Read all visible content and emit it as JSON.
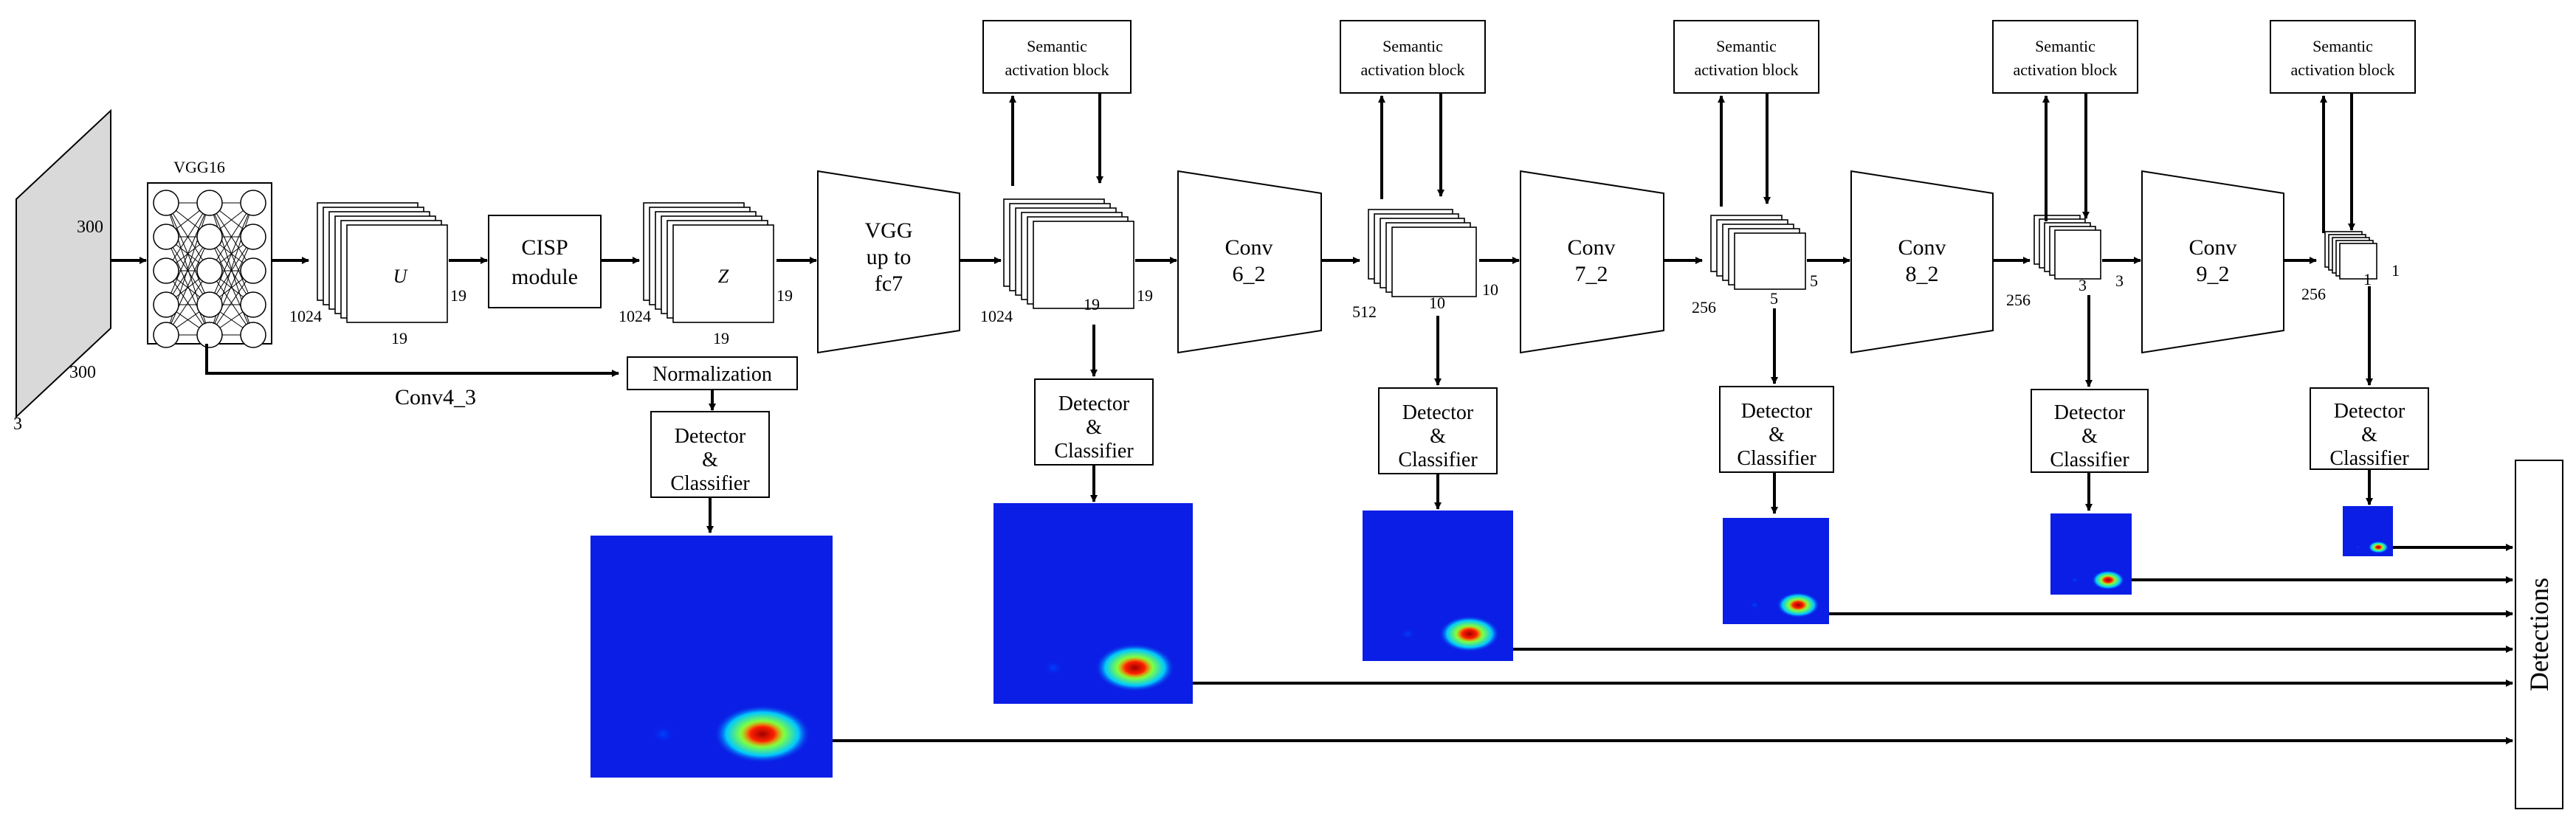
{
  "input": {
    "height": "300",
    "width": "300",
    "channels": "3"
  },
  "vgg16": {
    "title": "VGG16"
  },
  "conv4_3": {
    "label": "Conv4_3"
  },
  "normalization": {
    "label": "Normalization"
  },
  "fmap_u": {
    "symbol": "U",
    "depth": "1024",
    "height": "19",
    "width": "19"
  },
  "cisp": {
    "line1": "CISP",
    "line2": "module"
  },
  "fmap_z": {
    "symbol": "Z",
    "depth": "1024",
    "height": "19",
    "width": "19"
  },
  "vgg_fc7": {
    "line1": "VGG",
    "line2": "up to",
    "line3": "fc7"
  },
  "fmap_fc7": {
    "depth": "1024",
    "height": "19",
    "width": "19"
  },
  "conv6": {
    "line1": "Conv",
    "line2": "6_2"
  },
  "fmap_c6": {
    "depth": "512",
    "height": "10",
    "width": "10"
  },
  "conv7": {
    "line1": "Conv",
    "line2": "7_2"
  },
  "fmap_c7": {
    "depth": "256",
    "height": "5",
    "width": "5"
  },
  "conv8": {
    "line1": "Conv",
    "line2": "8_2"
  },
  "fmap_c8": {
    "depth": "256",
    "height": "3",
    "width": "3"
  },
  "conv9": {
    "line1": "Conv",
    "line2": "9_2"
  },
  "fmap_c9": {
    "depth": "256",
    "height": "1",
    "width": "1"
  },
  "semantic_block": {
    "line1": "Semantic",
    "line2": "activation block"
  },
  "detector": {
    "line1": "Detector",
    "line2": "&",
    "line3": "Classifier"
  },
  "detections": {
    "label": "Detections"
  },
  "colors": {
    "heatmap_bg": "#0a1ee6",
    "hot": "#d00000",
    "warm": "#ffe600",
    "box_stroke": "#000000"
  }
}
